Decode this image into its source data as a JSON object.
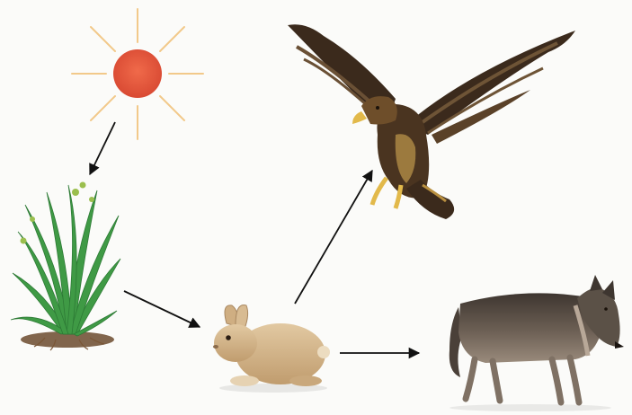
{
  "diagram": {
    "nodes": [
      {
        "id": "sun",
        "icon": "sun-icon"
      },
      {
        "id": "grass",
        "icon": "grass-icon"
      },
      {
        "id": "rabbit",
        "icon": "rabbit-icon"
      },
      {
        "id": "eagle",
        "icon": "eagle-icon"
      },
      {
        "id": "wolf",
        "icon": "wolf-icon"
      }
    ],
    "edges": [
      {
        "from": "sun",
        "to": "grass"
      },
      {
        "from": "grass",
        "to": "rabbit"
      },
      {
        "from": "rabbit",
        "to": "eagle"
      },
      {
        "from": "rabbit",
        "to": "wolf"
      }
    ]
  },
  "colors": {
    "background": "#fbfbf9",
    "sun_core": "#e5533a",
    "sun_rays": "#f2c98a",
    "grass": "#3f9a45",
    "soil": "#6b4a2e",
    "rabbit": "#d4b78c",
    "eagle": "#3b2a1c",
    "wolf": "#5b5147",
    "arrow": "#111111"
  }
}
